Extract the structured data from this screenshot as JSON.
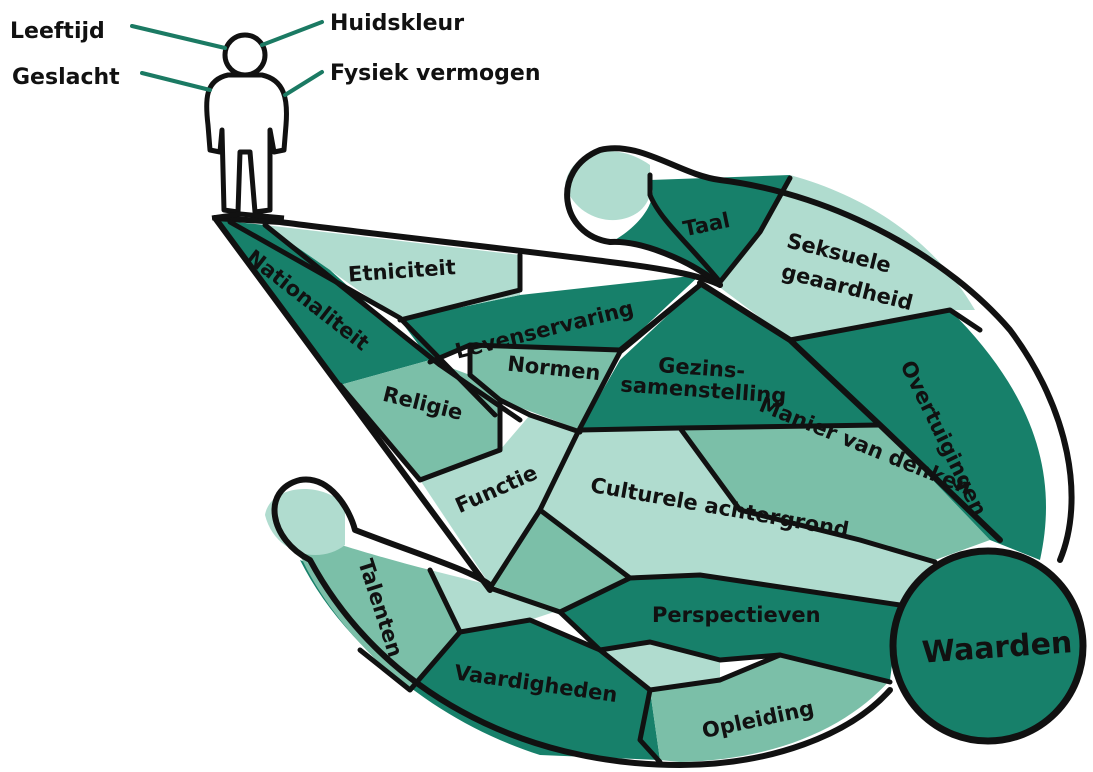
{
  "outer_labels": {
    "age": "Leeftijd",
    "skin_color": "Huidskleur",
    "gender": "Geslacht",
    "physical_ability": "Fysiek vermogen"
  },
  "regions": {
    "taal": "Taal",
    "seksuele_1": "Seksuele",
    "seksuele_2": "geaardheid",
    "etniciteit": "Etniciteit",
    "nationaliteit": "Nationaliteit",
    "levenservaring": "Levenservaring",
    "normen": "Normen",
    "gezins_1": "Gezins-",
    "gezins_2": "samenstelling",
    "overtuigingen": "Overtuigingen",
    "religie": "Religie",
    "functie": "Functie",
    "manier": "Manier van denken",
    "culturele": "Culturele achtergrond",
    "talenten": "Talenten",
    "perspectieven": "Perspectieven",
    "vaardigheden": "Vaardigheden",
    "opleiding": "Opleiding",
    "waarden": "Waarden"
  },
  "colors": {
    "dark_green": "#17806a",
    "mid_green": "#7bbfa8",
    "light_green": "#b0dccf",
    "leader_green": "#1b7a63",
    "outline": "#111111"
  }
}
